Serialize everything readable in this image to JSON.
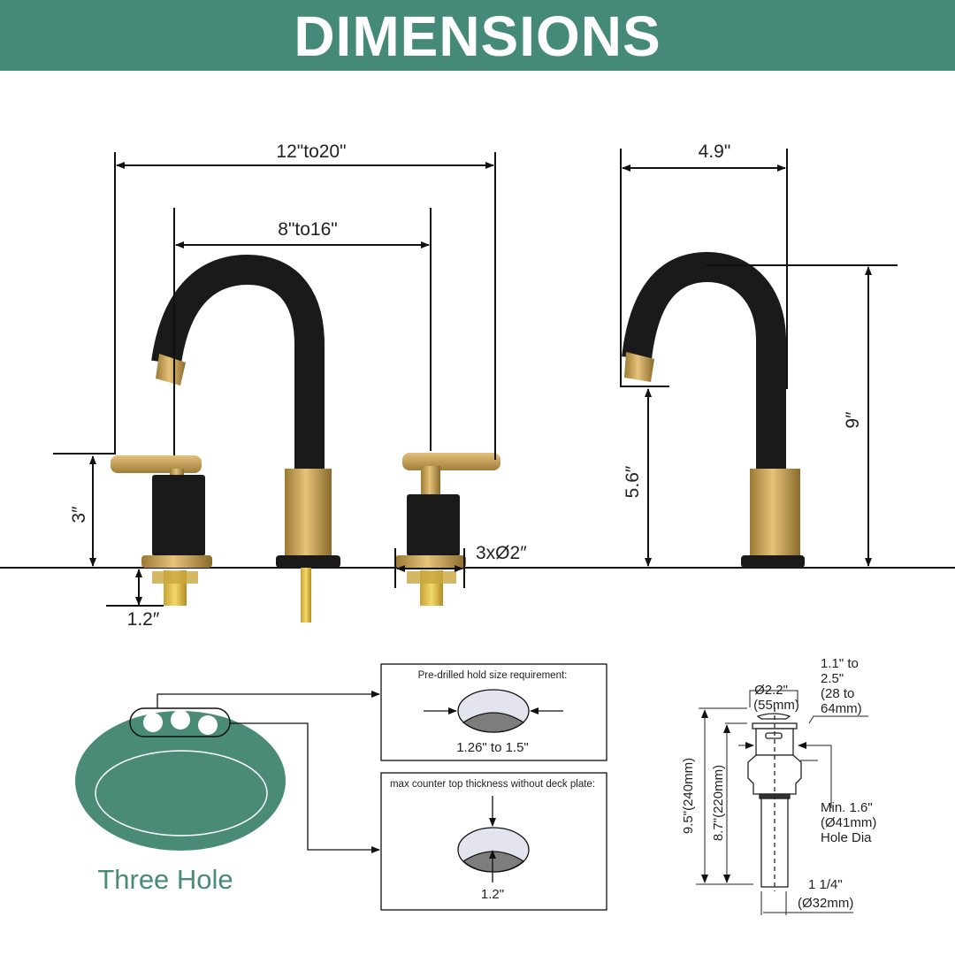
{
  "title": "DIMENSIONS",
  "front_view": {
    "overall_spread": "12\"to20\"",
    "center_spread": "8\"to16\"",
    "handle_height": "3″",
    "below_counter": "1.2″",
    "hole_diameter": "3xØ2″"
  },
  "side_view": {
    "reach": "4.9\"",
    "total_height": "9″",
    "spout_height": "5.6″"
  },
  "sink": {
    "label": "Three Hole",
    "color": "#4a8b78"
  },
  "hole_box": {
    "title": "Pre-drilled hold size requirement:",
    "value": "1.26\" to 1.5\""
  },
  "thickness_box": {
    "title": "max counter top thickness without deck plate:",
    "value": "1.2\""
  },
  "drain": {
    "top_dia": [
      "Ø2.2\"",
      "(55mm)"
    ],
    "range": [
      "1.1\" to",
      "2.5\"",
      "(28 to",
      "64mm)"
    ],
    "hole": [
      "Min. 1.6\"",
      "(Ø41mm)",
      "Hole Dia"
    ],
    "pipe": [
      "1 1/4\"",
      "(Ø32mm)"
    ],
    "total_length": "9.5\"(240mm)",
    "body_length": "8.7\"(220mm)"
  }
}
